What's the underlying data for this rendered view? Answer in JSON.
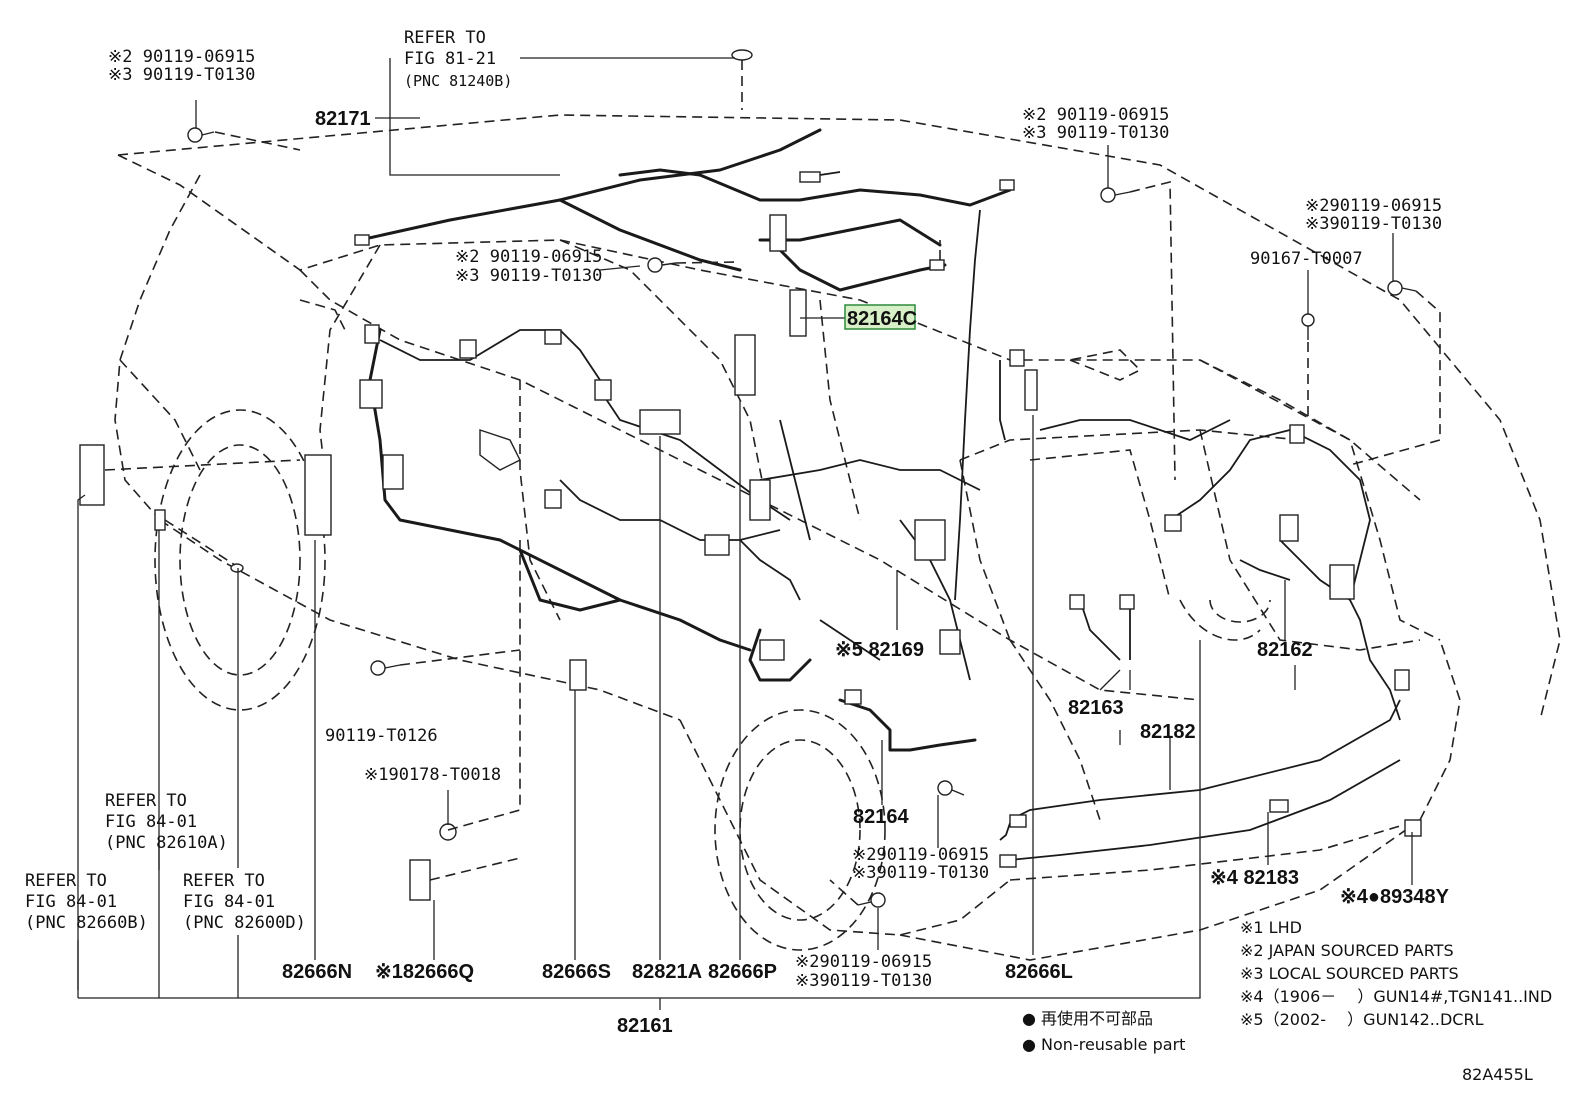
{
  "labels": {
    "refer_fig_81_21": [
      "REFER TO",
      "FIG 81-21",
      "(PNC 81240B)"
    ],
    "bolt_tl": [
      "※2 90119-06915",
      "※3 90119-T0130"
    ],
    "bolt_mid": [
      "※2 90119-06915",
      "※3 90119-T0130"
    ],
    "bolt_top_right": [
      "※2 90119-06915",
      "※3 90119-T0130"
    ],
    "bolt_far_right": [
      "※290119-06915",
      "※390119-T0130"
    ],
    "bolt_lower_mid": [
      "※290119-06915",
      "※390119-T0130"
    ],
    "bolt_bottom": [
      "※290119-06915",
      "※390119-T0130"
    ],
    "p82171": "82171",
    "p82164C": "82164C",
    "p90167": "90167-T0007",
    "p82169": "※5 82169",
    "p82162": "82162",
    "p82163": "82163",
    "p82182": "82182",
    "p82164": "82164",
    "p82183": "※4 82183",
    "p89348Y": "※4●89348Y",
    "p90119_T0126": "90119-T0126",
    "p90178": "※190178-T0018",
    "refer_fig_84_01_a": [
      "REFER TO",
      "FIG 84-01",
      "(PNC 82610A)"
    ],
    "refer_fig_84_01_b": [
      "REFER TO",
      "FIG 84-01",
      "(PNC 82660B)"
    ],
    "refer_fig_84_01_c": [
      "REFER TO",
      "FIG 84-01",
      "(PNC 82600D)"
    ],
    "p82666N": "82666N",
    "p82666Q": "※182666Q",
    "p82666S": "82666S",
    "p82821A": "82821A",
    "p82666P": "82666P",
    "p82666L": "82666L",
    "p82161": "82161"
  },
  "legend": [
    "※1 LHD",
    "※2 JAPAN SOURCED PARTS",
    "※3 LOCAL SOURCED PARTS",
    "※4（1906－　 ）GUN14#,TGN141..IND",
    "※5（2002-　 ）GUN142..DCRL"
  ],
  "notes": {
    "jp": "● 再使用不可部品",
    "en": "● Non-reusable part"
  },
  "code": "82A455L",
  "colors": {
    "highlight_fill": "#d8f0c8",
    "highlight_stroke": "#2a8a3a",
    "ink": "#111111"
  }
}
